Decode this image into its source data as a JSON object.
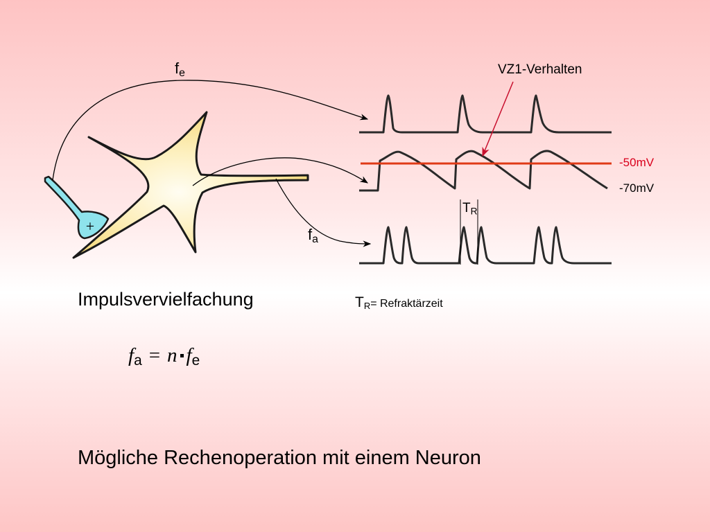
{
  "labels": {
    "f_e": "f",
    "f_e_sub": "e",
    "f_a": "f",
    "f_a_sub": "a",
    "vz1": "VZ1-Verhalten",
    "t_r": "T",
    "t_r_sub": "R",
    "mv_minus50": "-50mV",
    "mv_minus70": "-70mV",
    "plus": "+"
  },
  "refractory_note": {
    "t": "T",
    "t_sub": "R",
    "text": "= Refraktärzeit"
  },
  "heading": "Impulsvervielfachung",
  "formula": {
    "lhs": "f",
    "lhs_sub": "a",
    "equals": "=",
    "n": "n",
    "rhs": "f",
    "rhs_sub": "e"
  },
  "subtitle": "Mögliche Rechenoperation mit einem Neuron",
  "colors": {
    "neuron_fill": "#fce9a0",
    "synapse_fill": "#8ee3ec",
    "threshold_line": "#e03a16",
    "vz_arrow": "#c8102e",
    "mv50_text": "#d9001c"
  }
}
